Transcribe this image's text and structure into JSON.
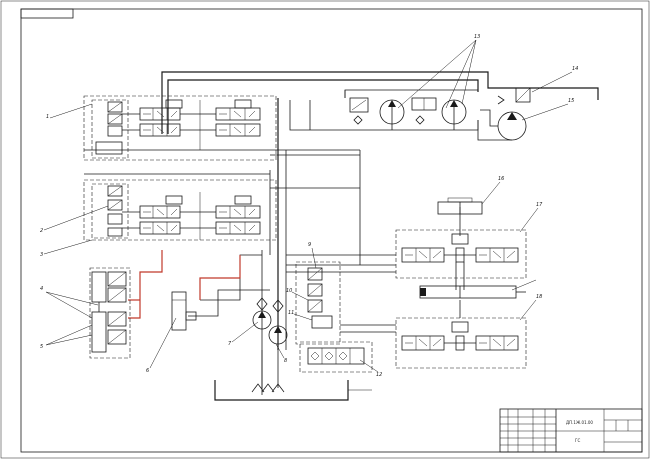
{
  "labels": {
    "l_1": "1",
    "l_2": "2",
    "l_3": "3",
    "l_4": "4",
    "l_5": "5",
    "l_6": "6",
    "l_7": "7",
    "l_8": "8",
    "l_9": "9",
    "l_10": "10",
    "l_11": "11",
    "l_12": "12",
    "l_13": "13",
    "l_14": "14",
    "l_15": "15",
    "l_16": "16",
    "l_17": "17",
    "l_18": "18"
  },
  "title_block": {
    "code": "ДП.1Ж.01.00",
    "sub": "ГС"
  },
  "colors": {
    "line": "#1a1a1a",
    "highlight": "#c0392b"
  },
  "icons": [
    "pump-icon",
    "motor-icon",
    "valve-icon",
    "filter-icon",
    "tank-icon",
    "cylinder-icon",
    "accumulator-icon"
  ]
}
